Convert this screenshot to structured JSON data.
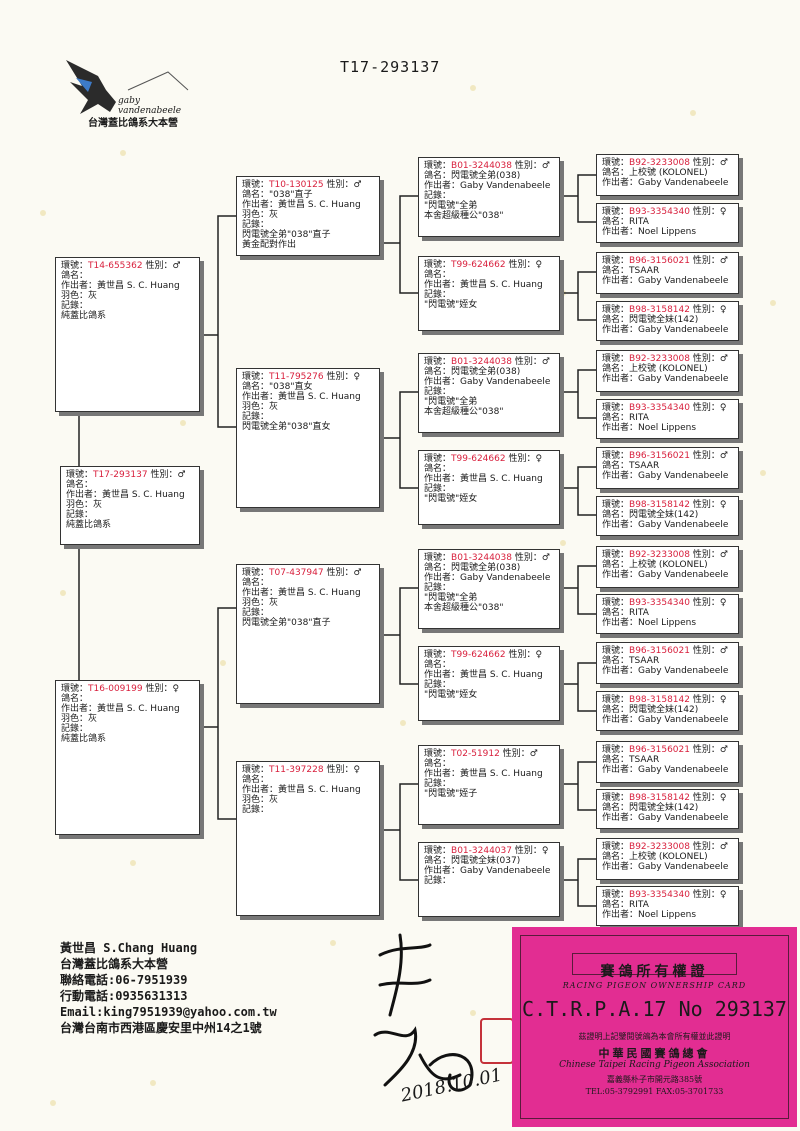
{
  "title": "T17-293137",
  "logo": {
    "brand": "gaby vandenabeele",
    "caption": "台灣蓋比鴿系大本營"
  },
  "cards": [
    {
      "id": "g0",
      "lines": [
        {
          "p": "環號：",
          "r": "T17-293137",
          "s": " 性別：♂"
        },
        {
          "t": "鴿名："
        },
        {
          "t": "作出者：黃世昌 S. C. Huang"
        },
        {
          "t": "羽色：灰"
        },
        {
          "t": "記錄："
        },
        {
          "t": "純蓋比鴿系"
        }
      ]
    },
    {
      "id": "g1a",
      "lines": [
        {
          "p": "環號：",
          "r": "T14-655362",
          "s": " 性別：♂"
        },
        {
          "t": "鴿名："
        },
        {
          "t": "作出者：黃世昌 S. C. Huang"
        },
        {
          "t": "羽色：灰"
        },
        {
          "t": "記錄："
        },
        {
          "t": "純蓋比鴿系"
        }
      ]
    },
    {
      "id": "g1b",
      "lines": [
        {
          "p": "環號：",
          "r": "T16-009199",
          "s": " 性別：♀"
        },
        {
          "t": "鴿名："
        },
        {
          "t": "作出者：黃世昌 S. C. Huang"
        },
        {
          "t": "羽色：灰"
        },
        {
          "t": "記錄："
        },
        {
          "t": "純蓋比鴿系"
        }
      ]
    },
    {
      "id": "g2a",
      "lines": [
        {
          "p": "環號：",
          "r": "T10-130125",
          "s": " 性別：♂"
        },
        {
          "t": "鴿名：\"038\"直子"
        },
        {
          "t": "作出者：黃世昌 S. C. Huang"
        },
        {
          "t": "羽色：灰"
        },
        {
          "t": "記錄："
        },
        {
          "t": "閃電號全弟\"038\"直子"
        },
        {
          "t": "黃金配對作出"
        }
      ]
    },
    {
      "id": "g2b",
      "lines": [
        {
          "p": "環號：",
          "r": "T11-795276",
          "s": " 性別：♀"
        },
        {
          "t": "鴿名：\"038\"直女"
        },
        {
          "t": "作出者：黃世昌 S. C. Huang"
        },
        {
          "t": "羽色：灰"
        },
        {
          "t": "記錄："
        },
        {
          "t": "閃電號全弟\"038\"直女"
        }
      ]
    },
    {
      "id": "g2c",
      "lines": [
        {
          "p": "環號：",
          "r": "T07-437947",
          "s": " 性別：♂"
        },
        {
          "t": "鴿名："
        },
        {
          "t": "作出者：黃世昌 S. C. Huang"
        },
        {
          "t": "羽色：灰"
        },
        {
          "t": "記錄："
        },
        {
          "t": "閃電號全弟\"038\"直子"
        }
      ]
    },
    {
      "id": "g2d",
      "lines": [
        {
          "p": "環號：",
          "r": "T11-397228",
          "s": " 性別：♀"
        },
        {
          "t": "鴿名："
        },
        {
          "t": "作出者：黃世昌 S. C. Huang"
        },
        {
          "t": "羽色：灰"
        },
        {
          "t": "記錄："
        }
      ]
    },
    {
      "id": "g3a",
      "lines": [
        {
          "p": "環號：",
          "r": "B01-3244038",
          "s": " 性別：♂"
        },
        {
          "t": "鴿名：閃電號全弟(038)"
        },
        {
          "t": "作出者：Gaby Vandenabeele"
        },
        {
          "t": "記錄："
        },
        {
          "t": "\"閃電號\"全弟"
        },
        {
          "t": "本舍超級種公\"038\""
        }
      ]
    },
    {
      "id": "g3b",
      "lines": [
        {
          "p": "環號：",
          "r": "T99-624662",
          "s": " 性別：♀"
        },
        {
          "t": "鴿名："
        },
        {
          "t": "作出者：黃世昌 S. C. Huang"
        },
        {
          "t": "記錄："
        },
        {
          "t": "\"閃電號\"姪女"
        }
      ]
    },
    {
      "id": "g3c",
      "lines": [
        {
          "p": "環號：",
          "r": "B01-3244038",
          "s": " 性別：♂"
        },
        {
          "t": "鴿名：閃電號全弟(038)"
        },
        {
          "t": "作出者：Gaby Vandenabeele"
        },
        {
          "t": "記錄："
        },
        {
          "t": "\"閃電號\"全弟"
        },
        {
          "t": "本舍超級種公\"038\""
        }
      ]
    },
    {
      "id": "g3d",
      "lines": [
        {
          "p": "環號：",
          "r": "T99-624662",
          "s": " 性別：♀"
        },
        {
          "t": "鴿名："
        },
        {
          "t": "作出者：黃世昌 S. C. Huang"
        },
        {
          "t": "記錄："
        },
        {
          "t": "\"閃電號\"姪女"
        }
      ]
    },
    {
      "id": "g3e",
      "lines": [
        {
          "p": "環號：",
          "r": "B01-3244038",
          "s": " 性別：♂"
        },
        {
          "t": "鴿名：閃電號全弟(038)"
        },
        {
          "t": "作出者：Gaby Vandenabeele"
        },
        {
          "t": "記錄："
        },
        {
          "t": "\"閃電號\"全弟"
        },
        {
          "t": "本舍超級種公\"038\""
        }
      ]
    },
    {
      "id": "g3f",
      "lines": [
        {
          "p": "環號：",
          "r": "T99-624662",
          "s": " 性別：♀"
        },
        {
          "t": "鴿名："
        },
        {
          "t": "作出者：黃世昌 S. C. Huang"
        },
        {
          "t": "記錄："
        },
        {
          "t": "\"閃電號\"姪女"
        }
      ]
    },
    {
      "id": "g3g",
      "lines": [
        {
          "p": "環號：",
          "r": "T02-51912",
          "s": " 性別：♂"
        },
        {
          "t": "鴿名："
        },
        {
          "t": "作出者：黃世昌 S. C. Huang"
        },
        {
          "t": "記錄："
        },
        {
          "t": "\"閃電號\"姪子"
        }
      ]
    },
    {
      "id": "g3h",
      "lines": [
        {
          "p": "環號：",
          "r": "B01-3244037",
          "s": " 性別：♀"
        },
        {
          "t": "鴿名：閃電號全妹(037)"
        },
        {
          "t": "作出者：Gaby Vandenabeele"
        },
        {
          "t": "記錄："
        }
      ]
    },
    {
      "id": "g4a",
      "lines": [
        {
          "p": "環號：",
          "r": "B92-3233008",
          "s": " 性別：♂"
        },
        {
          "t": "鴿名：上校號 (KOLONEL)"
        },
        {
          "t": "作出者：Gaby Vandenabeele"
        }
      ]
    },
    {
      "id": "g4b",
      "lines": [
        {
          "p": "環號：",
          "r": "B93-3354340",
          "s": " 性別：♀"
        },
        {
          "t": "鴿名：RITA"
        },
        {
          "t": "作出者：Noel Lippens"
        }
      ]
    },
    {
      "id": "g4c",
      "lines": [
        {
          "p": "環號：",
          "r": "B96-3156021",
          "s": " 性別：♂"
        },
        {
          "t": "鴿名：TSAAR"
        },
        {
          "t": "作出者：Gaby Vandenabeele"
        }
      ]
    },
    {
      "id": "g4d",
      "lines": [
        {
          "p": "環號：",
          "r": "B98-3158142",
          "s": " 性別：♀"
        },
        {
          "t": "鴿名：閃電號全妹(142)"
        },
        {
          "t": "作出者：Gaby Vandenabeele"
        }
      ]
    },
    {
      "id": "g4e",
      "lines": [
        {
          "p": "環號：",
          "r": "B92-3233008",
          "s": " 性別：♂"
        },
        {
          "t": "鴿名：上校號 (KOLONEL)"
        },
        {
          "t": "作出者：Gaby Vandenabeele"
        }
      ]
    },
    {
      "id": "g4f",
      "lines": [
        {
          "p": "環號：",
          "r": "B93-3354340",
          "s": " 性別：♀"
        },
        {
          "t": "鴿名：RITA"
        },
        {
          "t": "作出者：Noel Lippens"
        }
      ]
    },
    {
      "id": "g4g",
      "lines": [
        {
          "p": "環號：",
          "r": "B96-3156021",
          "s": " 性別：♂"
        },
        {
          "t": "鴿名：TSAAR"
        },
        {
          "t": "作出者：Gaby Vandenabeele"
        }
      ]
    },
    {
      "id": "g4h",
      "lines": [
        {
          "p": "環號：",
          "r": "B98-3158142",
          "s": " 性別：♀"
        },
        {
          "t": "鴿名：閃電號全妹(142)"
        },
        {
          "t": "作出者：Gaby Vandenabeele"
        }
      ]
    },
    {
      "id": "g4i",
      "lines": [
        {
          "p": "環號：",
          "r": "B92-3233008",
          "s": " 性別：♂"
        },
        {
          "t": "鴿名：上校號 (KOLONEL)"
        },
        {
          "t": "作出者：Gaby Vandenabeele"
        }
      ]
    },
    {
      "id": "g4j",
      "lines": [
        {
          "p": "環號：",
          "r": "B93-3354340",
          "s": " 性別：♀"
        },
        {
          "t": "鴿名：RITA"
        },
        {
          "t": "作出者：Noel Lippens"
        }
      ]
    },
    {
      "id": "g4k",
      "lines": [
        {
          "p": "環號：",
          "r": "B96-3156021",
          "s": " 性別：♂"
        },
        {
          "t": "鴿名：TSAAR"
        },
        {
          "t": "作出者：Gaby Vandenabeele"
        }
      ]
    },
    {
      "id": "g4l",
      "lines": [
        {
          "p": "環號：",
          "r": "B98-3158142",
          "s": " 性別：♀"
        },
        {
          "t": "鴿名：閃電號全妹(142)"
        },
        {
          "t": "作出者：Gaby Vandenabeele"
        }
      ]
    },
    {
      "id": "g4m",
      "lines": [
        {
          "p": "環號：",
          "r": "B96-3156021",
          "s": " 性別：♂"
        },
        {
          "t": "鴿名：TSAAR"
        },
        {
          "t": "作出者：Gaby Vandenabeele"
        }
      ]
    },
    {
      "id": "g4n",
      "lines": [
        {
          "p": "環號：",
          "r": "B98-3158142",
          "s": " 性別：♀"
        },
        {
          "t": "鴿名：閃電號全妹(142)"
        },
        {
          "t": "作出者：Gaby Vandenabeele"
        }
      ]
    },
    {
      "id": "g4o",
      "lines": [
        {
          "p": "環號：",
          "r": "B92-3233008",
          "s": " 性別：♂"
        },
        {
          "t": "鴿名：上校號 (KOLONEL)"
        },
        {
          "t": "作出者：Gaby Vandenabeele"
        }
      ]
    },
    {
      "id": "g4p",
      "lines": [
        {
          "p": "環號：",
          "r": "B93-3354340",
          "s": " 性別：♀"
        },
        {
          "t": "鴿名：RITA"
        },
        {
          "t": "作出者：Noel Lippens"
        }
      ]
    }
  ],
  "footer": {
    "lines": [
      "黃世昌 S.Chang Huang",
      "台灣蓋比鴿系大本營",
      "聯絡電話:06-7951939",
      "行動電話:0935631313",
      "Email:king7951939@yahoo.com.tw",
      "台灣台南市西港區慶安里中州14之1號"
    ]
  },
  "signature_date": "2018.10.01",
  "ownership_card": {
    "title_zh": "賽鴿所有權證",
    "title_en": "RACING PIGEON OWNERSHIP CARD",
    "number": "C.T.R.P.A.17 No 293137",
    "note": "茲證明上記鑒閱號鴿為本會所有權並此證明",
    "org_zh": "中華民國賽鴿總會",
    "org_en": "Chinese Taipei Racing Pigeon Association",
    "address": "嘉義縣朴子市開元路385號",
    "tel_fax": "TEL:05-3792991  FAX:05-3701733"
  }
}
